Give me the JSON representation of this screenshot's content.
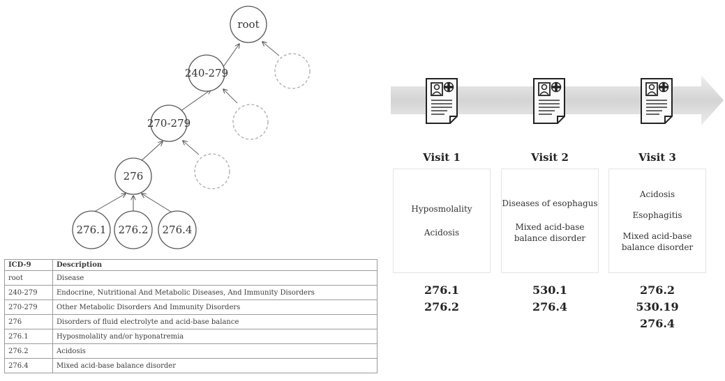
{
  "tree": {
    "nodes": [
      {
        "id": "root",
        "label": "root"
      },
      {
        "id": "240-279",
        "label": "240-279"
      },
      {
        "id": "270-279",
        "label": "270-279"
      },
      {
        "id": "276",
        "label": "276"
      },
      {
        "id": "276.1",
        "label": "276.1"
      },
      {
        "id": "276.2",
        "label": "276.2"
      },
      {
        "id": "276.4",
        "label": "276.4"
      }
    ],
    "edges": [
      [
        "240-279",
        "root"
      ],
      [
        "270-279",
        "240-279"
      ],
      [
        "276",
        "270-279"
      ],
      [
        "276.1",
        "276"
      ],
      [
        "276.2",
        "276"
      ],
      [
        "276.4",
        "276"
      ]
    ]
  },
  "table": {
    "headers": [
      "ICD-9",
      "Description"
    ],
    "rows": [
      [
        "root",
        "Disease"
      ],
      [
        "240-279",
        "Endocrine, Nutritional And Metabolic Diseases, And Immunity Disorders"
      ],
      [
        "270-279",
        "Other Metabolic Disorders And Immunity Disorders"
      ],
      [
        "276",
        "Disorders of fluid electrolyte and acid-base balance"
      ],
      [
        "276.1",
        "Hyposmolality and/or hyponatremia"
      ],
      [
        "276.2",
        "Acidosis"
      ],
      [
        "276.4",
        "Mixed acid-base balance disorder"
      ]
    ]
  },
  "visits": [
    {
      "title": "Visit 1",
      "diagnoses": [
        "Hyposmolality",
        "Acidosis"
      ],
      "codes": [
        "276.1",
        "276.2"
      ]
    },
    {
      "title": "Visit 2",
      "diagnoses": [
        "Diseases of esophagus",
        "Mixed acid-base balance disorder"
      ],
      "codes": [
        "530.1",
        "276.4"
      ]
    },
    {
      "title": "Visit 3",
      "diagnoses": [
        "Acidosis",
        "Esophagitis",
        "Mixed acid-base balance disorder"
      ],
      "codes": [
        "276.2",
        "530.19",
        "276.4"
      ]
    }
  ]
}
